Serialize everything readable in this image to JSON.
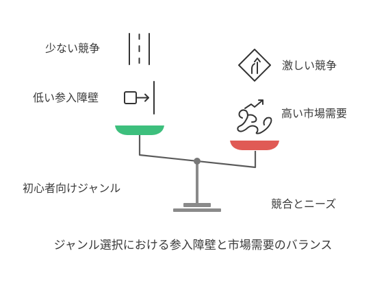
{
  "labels": {
    "few_competition": "少ない競争",
    "low_entry_barrier": "低い参入障壁",
    "intense_competition": "激しい競争",
    "high_market_demand": "高い市場需要",
    "beginner_genre": "初心者向けジャンル",
    "competition_and_needs": "競合とニーズ"
  },
  "caption": "ジャンル選択における参入障壁と市場需要のバランス",
  "colors": {
    "left_pan": "#3dbf7d",
    "right_pan": "#e05a55",
    "beam": "#5a5a5a",
    "stand": "#8a8a8a",
    "icon_stroke": "#333333"
  },
  "icons": {
    "few_competition": "road-lanes-icon",
    "low_entry_barrier": "entry-arrow-icon",
    "intense_competition": "merge-sign-icon",
    "high_market_demand": "growth-scribble-icon"
  }
}
